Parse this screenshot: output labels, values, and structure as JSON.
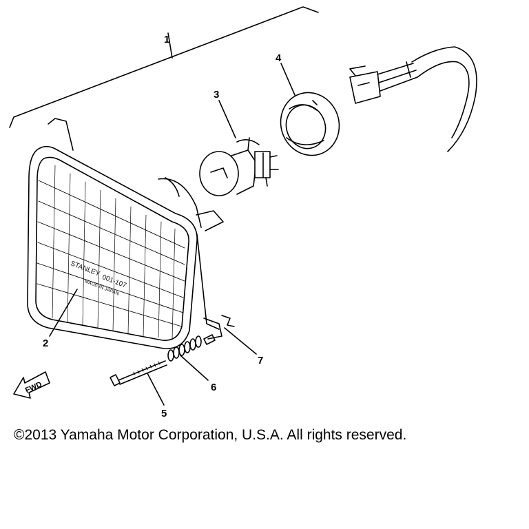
{
  "diagram": {
    "callouts": [
      "1",
      "2",
      "3",
      "4",
      "5",
      "6",
      "7"
    ],
    "lens_marking": {
      "brand": "STANLEY",
      "part_code": "001-107",
      "origin": "MADE IN JAPAN"
    },
    "direction_label": "FWD"
  },
  "footer": {
    "copyright": "©2013 Yamaha Motor Corporation, U.S.A. All rights reserved."
  }
}
